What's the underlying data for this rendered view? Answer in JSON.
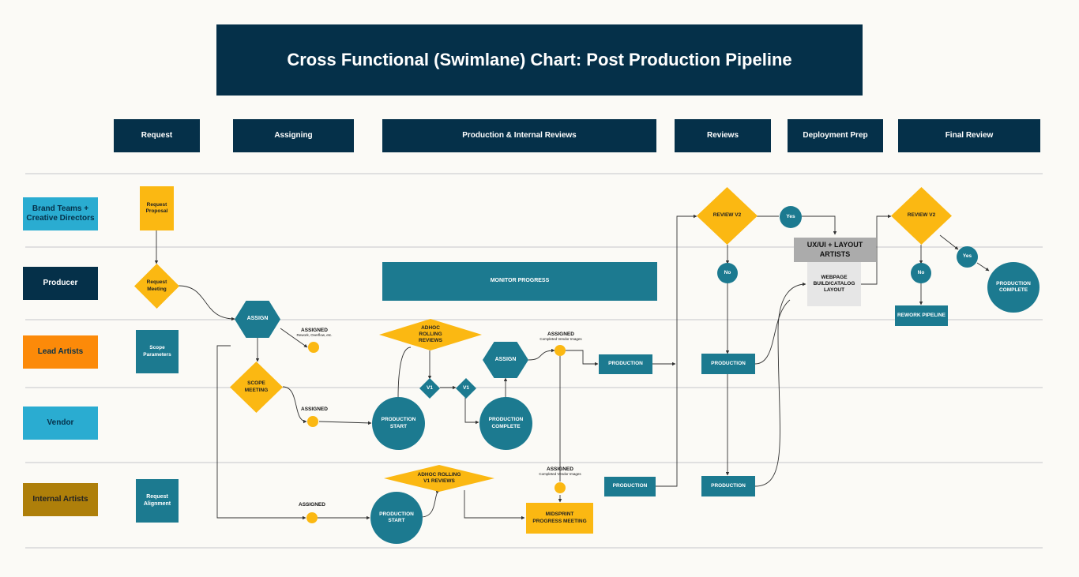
{
  "title": "Cross Functional (Swimlane) Chart: Post Production Pipeline",
  "phases": [
    "Request",
    "Assigning",
    "Production & Internal Reviews",
    "Reviews",
    "Deployment Prep",
    "Final Review"
  ],
  "lanes": [
    "Brand Teams + Creative Directors",
    "Producer",
    "Lead Artists",
    "Vendor",
    "Internal Artists"
  ],
  "nodes": {
    "request_proposal": "Request Proposal",
    "request_meeting": "Request Meeting",
    "scope_parameters": "Scope Parameters",
    "request_alignment": "Request Alignment",
    "assign": "ASSIGN",
    "scope_meeting": "SCOPE MEETING",
    "assigned": "ASSIGNED",
    "assigned_note": "Rework, Overflow, etc.",
    "monitor_progress": "MONITOR PROGRESS",
    "adhoc_rolling_reviews": "ADHOC ROLLING REVIEWS",
    "adhoc_rolling_v1_reviews": "ADHOC ROLLING V1 REVIEWS",
    "production_start": "PRODUCTION START",
    "production_complete": "PRODUCTION COMPLETE",
    "v1": "V1",
    "completed_vendor_images": "Completed Vendor Images",
    "midsprint_progress_meeting": "MIDSPRINT PROGRESS MEETING",
    "production": "PRODUCTION",
    "review_v2": "REVIEW V2",
    "yes": "Yes",
    "no": "No",
    "uxui_layout_artists": "UX/UI + LAYOUT ARTISTS",
    "webpage_build": "WEBPAGE BUILD/CATALOG LAYOUT",
    "rework_pipeline": "REWORK PIPELINE",
    "production_complete_final": "PRODUCTION COMPLETE"
  },
  "colors": {
    "navy": "#053049",
    "teal": "#1c7a90",
    "cyan": "#2aacd1",
    "amber": "#fbb812",
    "orange": "#fc8a09",
    "olive": "#ae7f0a",
    "grey": "#ababab",
    "background": "#fbfaf6"
  }
}
